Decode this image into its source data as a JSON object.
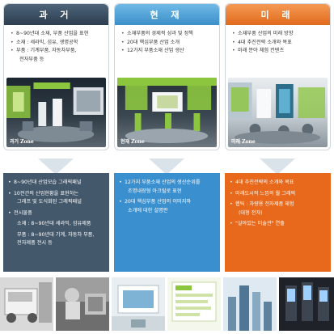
{
  "columns": [
    {
      "title": "과 거",
      "bullets": [
        {
          "text": "8~90년대 소재, 부품 산업을 표현",
          "sub": false
        },
        {
          "text": "소재 : 세라믹, 섬유, 생명공학",
          "sub": false
        },
        {
          "text": "부품 : 기계부품, 자동차부품,",
          "sub": false
        },
        {
          "text": "전자부품 등",
          "sub": true
        }
      ],
      "zone_label": "과거 Zone",
      "panel": [
        {
          "text": "8~90년대 산업모습 그래픽패널",
          "sub": false,
          "gap": true
        },
        {
          "text": "10전간의 산업현황을 표현하는",
          "sub": false,
          "gap": false
        },
        {
          "text": "그래프 및 도식화된 그래픽패널",
          "sub": true,
          "gap": true
        },
        {
          "text": "전시물품",
          "sub": false,
          "gap": true
        },
        {
          "text": "소재 : 8~90년대 세라믹, 섬유제품",
          "sub": true,
          "gap": true
        },
        {
          "text": "부품 : 8~90년대 기계, 자동차 부품,",
          "sub": true,
          "gap": false
        },
        {
          "text": "전자제품 전시 등",
          "sub": true,
          "gap": false
        }
      ]
    },
    {
      "title": "현 재",
      "bullets": [
        {
          "text": "소재부품의 경제적 성과 및 정책",
          "sub": false
        },
        {
          "text": "20대 핵심부품 산업 소개",
          "sub": false
        },
        {
          "text": "12가지 부품소재 산업 생산",
          "sub": false
        }
      ],
      "zone_label": "현재 Zone",
      "panel": [
        {
          "text": "12가지 부품소재 산업의 생산순위를",
          "sub": false,
          "gap": false
        },
        {
          "text": "조명내장형 아크릴로 표현",
          "sub": true,
          "gap": true
        },
        {
          "text": "20대 핵심부품 산업의 이미지와",
          "sub": false,
          "gap": false
        },
        {
          "text": "소개에 대한 설명판",
          "sub": true,
          "gap": false
        }
      ]
    },
    {
      "title": "미 래",
      "bullets": [
        {
          "text": "소재부품 산업의 미래 방향",
          "sub": false
        },
        {
          "text": "4대 추진전략 소개와 목표",
          "sub": false
        },
        {
          "text": "미래 분야 체험 컨텐츠",
          "sub": false
        }
      ],
      "zone_label": "미래 Zone",
      "panel": [
        {
          "text": "4대 추진전략의 소개와 목표",
          "sub": false,
          "gap": true
        },
        {
          "text": "미래도시적 느낌의 월 그래픽",
          "sub": false,
          "gap": true
        },
        {
          "text": "햅틱 : 차량용 전자제품 체험",
          "sub": false,
          "gap": false
        },
        {
          "text": "(대형 전자)",
          "sub": true,
          "gap": true
        },
        {
          "text": "\"살아있는 미술관\" 연출",
          "sub": false,
          "gap": false
        }
      ]
    }
  ],
  "colors": {
    "past": "#44586b",
    "present": "#3a90cf",
    "future": "#e8691b",
    "accent_green": "#8cc63f"
  }
}
